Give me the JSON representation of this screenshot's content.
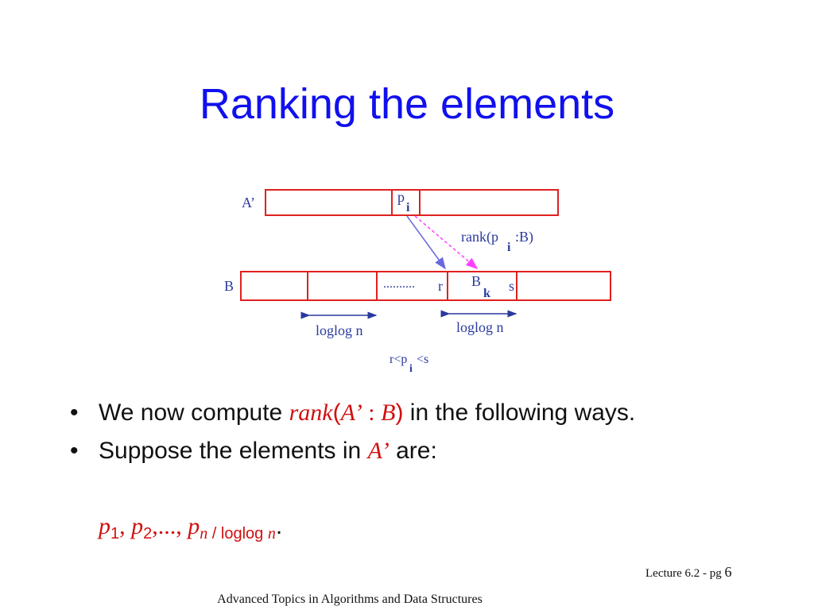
{
  "slide": {
    "title": "Ranking the elements"
  },
  "diagram": {
    "label_a_prime": "A’",
    "label_pi": "p",
    "label_pi_sub": "i",
    "label_rank": "rank(p",
    "label_rank_sub": "i",
    "label_rank_tail": ":B)",
    "label_b": "B",
    "label_dots": "..........",
    "label_r": "r",
    "label_bk": "B",
    "label_bk_sub": "k",
    "label_s": "s",
    "label_loglog_left": "loglog n",
    "label_loglog_right": "loglog n",
    "label_condition": "r<p",
    "label_condition_sub": "i",
    "label_condition_tail": "<s",
    "colors": {
      "box": "#e02020",
      "arrow_solid": "#6a6ae0",
      "arrow_dashed": "#ff40ff",
      "text": "#2a3a9e"
    }
  },
  "bullets": [
    {
      "prefix": "We now compute ",
      "rank": "rank",
      "open": "(",
      "a": "A’",
      "colon": " : ",
      "b": "B",
      "close": ")",
      "suffix": " in the following ways."
    },
    {
      "prefix": "Suppose the elements in ",
      "a": "A’",
      "suffix": " are:"
    }
  ],
  "sequence": {
    "p1": "p",
    "p1_sub": "1",
    "sep1": ", ",
    "p2": "p",
    "p2_sub": "2",
    "ellipsis": ",..., ",
    "pn": "p",
    "pn_sub_n": "n",
    "pn_sub_rest": " / loglog ",
    "pn_sub_n2": "n",
    "end": "."
  },
  "footer": {
    "lecture": "Lecture 6.2 - pg ",
    "page": "6",
    "course": "Advanced Topics in Algorithms and Data Structures"
  }
}
